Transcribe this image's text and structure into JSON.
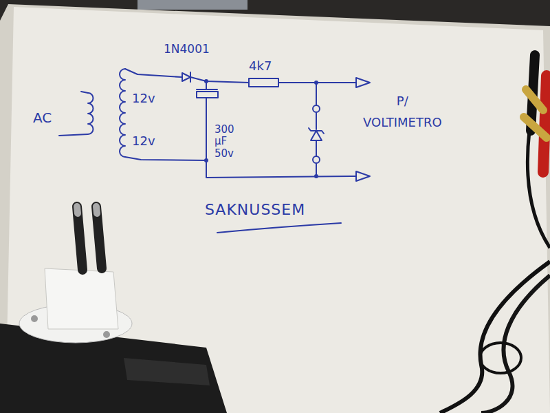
{
  "diagram": {
    "labels": [
      "AC",
      "12v",
      "12v",
      "1N4001",
      "4k7",
      "300 µF 50v",
      "P/ VOLTIMETRO",
      "SAKNUSSEM"
    ]
  }
}
